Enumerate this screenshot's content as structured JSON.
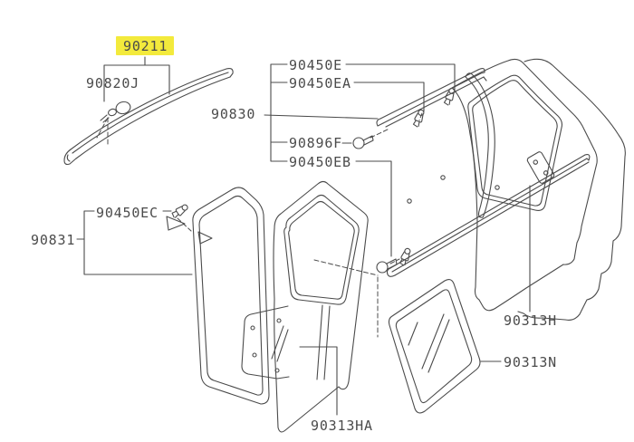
{
  "colors": {
    "background": "#ffffff",
    "line": "#4b4b4b",
    "label_text": "#4b4b4b",
    "highlight_bg": "#f3ea3c",
    "highlight_text": "#b0a61c"
  },
  "icons": {
    "screw": "screw-icon",
    "bolt": "bolt-icon",
    "clip": "clip-icon"
  },
  "parts": {
    "p90211": {
      "label": "90211",
      "highlighted": true,
      "description": "drip molding strip"
    },
    "p90820J": {
      "label": "90820J",
      "highlighted": false,
      "description": "screw"
    },
    "p90830": {
      "label": "90830",
      "highlighted": false,
      "description": "rear pillar molding"
    },
    "p90450E": {
      "label": "90450E",
      "highlighted": false,
      "description": "clip"
    },
    "p90450EA": {
      "label": "90450EA",
      "highlighted": false,
      "description": "clip"
    },
    "p90896F": {
      "label": "90896F",
      "highlighted": false,
      "description": "bolt"
    },
    "p90450EB": {
      "label": "90450EB",
      "highlighted": false,
      "description": "clip"
    },
    "p90450EC": {
      "label": "90450EC",
      "highlighted": false,
      "description": "clip"
    },
    "p90831": {
      "label": "90831",
      "highlighted": false,
      "description": "door weatherstrip seal"
    },
    "p90313H": {
      "label": "90313H",
      "highlighted": false,
      "description": "side finisher molding"
    },
    "p90313N": {
      "label": "90313N",
      "highlighted": false,
      "description": "quarter window glass"
    },
    "p90313HA": {
      "label": "90313HA",
      "highlighted": false,
      "description": "back door panel"
    }
  }
}
